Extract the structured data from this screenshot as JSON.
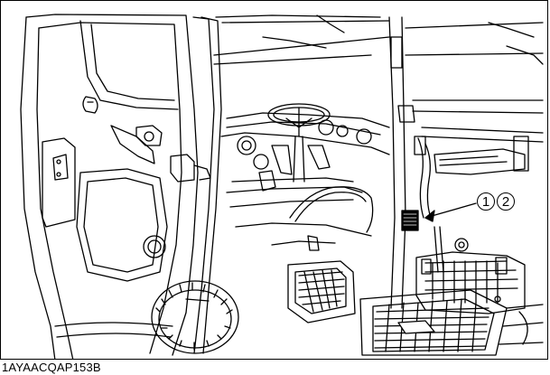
{
  "figure": {
    "caption": "1AYAACQAP153B",
    "callouts": [
      {
        "label": "1"
      },
      {
        "label": "2"
      }
    ]
  }
}
